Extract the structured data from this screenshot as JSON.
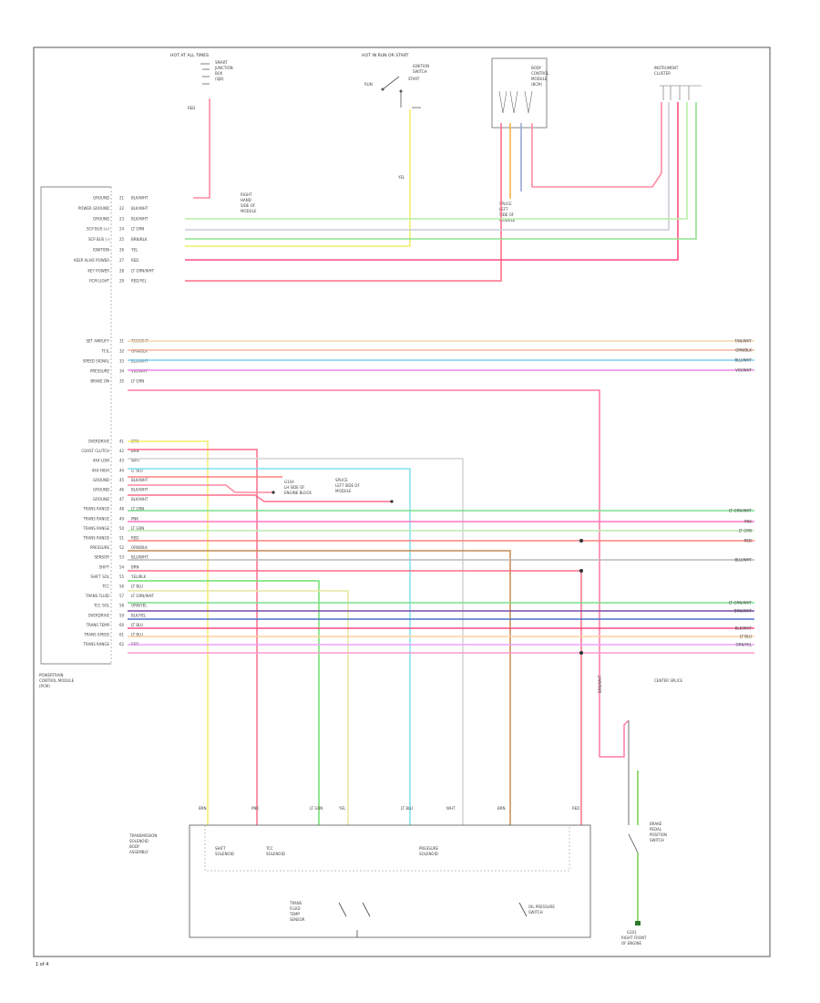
{
  "diagram": {
    "page_label": "1 of 4",
    "top": {
      "fuse_title": "HOT AT ALL TIMES",
      "fuse_lines": [
        "SMART",
        "JUNCTION",
        "BOX",
        "(SJB)"
      ],
      "fuse_wire": "RED",
      "ign_title": "HOT IN RUN OR START",
      "ign_lines": [
        "IGNITION",
        "SWITCH"
      ],
      "ign_positions": [
        "RUN",
        "START"
      ],
      "ign_wire": "YEL",
      "bcm_lines": [
        "BODY",
        "CONTROL",
        "MODULE",
        "(BCM)"
      ],
      "cluster_lines": [
        "INSTRUMENT",
        "CLUSTER"
      ],
      "splice_lines": [
        "SPLICE",
        "LEFT",
        "SIDE OF",
        "MODULE"
      ],
      "gnd_lines": [
        "RIGHT",
        "HAND",
        "SIDE OF",
        "MODULE"
      ]
    },
    "pcm": {
      "name_lines": [
        "POWERTRAIN",
        "CONTROL MODULE",
        "(PCM)"
      ],
      "group1": [
        {
          "pin": "21",
          "name": "GROUND",
          "color": "BLK/WHT"
        },
        {
          "pin": "22",
          "name": "POWER GROUND",
          "color": "BLK/WHT"
        },
        {
          "pin": "23",
          "name": "GROUND",
          "color": "BLK/WHT"
        },
        {
          "pin": "24",
          "name": "SCP BUS (+)",
          "color": "LT GRN"
        },
        {
          "pin": "25",
          "name": "SCP BUS (-)",
          "color": "BRN/BLK"
        },
        {
          "pin": "26",
          "name": "IGNITION",
          "color": "YEL"
        },
        {
          "pin": "27",
          "name": "KEEP ALIVE POWER",
          "color": "RED"
        },
        {
          "pin": "28",
          "name": "KEY POWER",
          "color": "LT GRN/WHT"
        },
        {
          "pin": "29",
          "name": "PCM LIGHT",
          "color": "RED/YEL"
        }
      ],
      "group2": [
        {
          "pin": "31",
          "name": "SET AMPLIFY",
          "color": "TAN/WHT"
        },
        {
          "pin": "32",
          "name": "TCIL",
          "color": "GRN/BLK"
        },
        {
          "pin": "33",
          "name": "SPEED SIGNAL",
          "color": "BLU/WHT"
        },
        {
          "pin": "34",
          "name": "PRESSURE",
          "color": "VIO/WHT"
        },
        {
          "pin": "35",
          "name": "BRAKE ON",
          "color": "LT GRN"
        }
      ],
      "group3": [
        {
          "pin": "41",
          "name": "OVERDRIVE",
          "color": "BRN"
        },
        {
          "pin": "42",
          "name": "COAST CLUTCH",
          "color": "BRN"
        },
        {
          "pin": "43",
          "name": "4X4 LOW",
          "color": "WHT"
        },
        {
          "pin": "44",
          "name": "4X4 HIGH",
          "color": "LT BLU"
        },
        {
          "pin": "45",
          "name": "GROUND",
          "color": "BLK/WHT"
        },
        {
          "pin": "46",
          "name": "GROUND",
          "color": "BLK/WHT"
        },
        {
          "pin": "47",
          "name": "GROUND",
          "color": "BLK/WHT"
        },
        {
          "pin": "48",
          "name": "TRANS RANGE",
          "color": "LT GRN"
        },
        {
          "pin": "49",
          "name": "TRANS RANGE",
          "color": "PNK"
        },
        {
          "pin": "50",
          "name": "TRANS RANGE",
          "color": "LT GRN"
        },
        {
          "pin": "51",
          "name": "TRANS RANGE",
          "color": "RED"
        },
        {
          "pin": "52",
          "name": "PRESSURE",
          "color": "ORN/BLK"
        },
        {
          "pin": "53",
          "name": "SENSOR",
          "color": "BLU/WHT"
        },
        {
          "pin": "54",
          "name": "SHIFT",
          "color": "BRN"
        },
        {
          "pin": "55",
          "name": "SHIFT SOL",
          "color": "YEL/BLK"
        },
        {
          "pin": "56",
          "name": "TCC",
          "color": "LT BLU"
        },
        {
          "pin": "57",
          "name": "TRANS FLUID",
          "color": "LT GRN/WHT"
        },
        {
          "pin": "58",
          "name": "TCC SOL",
          "color": "ORN/YEL"
        },
        {
          "pin": "59",
          "name": "OVERDRIVE",
          "color": "BLK/YEL"
        },
        {
          "pin": "60",
          "name": "TRANS TEMP",
          "color": "LT BLU"
        },
        {
          "pin": "61",
          "name": "TRANS SPEED",
          "color": "LT BLU"
        },
        {
          "pin": "62",
          "name": "TRANS RANGE",
          "color": "RED"
        }
      ],
      "g2_right": [
        "TAN/WHT",
        "GRN/BLK",
        "BLU/WHT",
        "VIO/WHT"
      ],
      "g3_right": [
        "LT GRN/WHT",
        "PNK",
        "LT GRN",
        "RED",
        "BLU/WHT",
        "LT GRN/WHT",
        "BRN/WHT",
        "BLK/WHT",
        "LT BLU",
        "ORN/YEL"
      ],
      "g2_note": "BRN/WHT",
      "ground_note": [
        "G104",
        "LH SIDE OF",
        "ENGINE BLOCK"
      ],
      "splice_note": [
        "SPLICE",
        "LEFT SIDE OF",
        "MODULE"
      ]
    },
    "trans": {
      "name_lines": [
        "TRANSMISSION",
        "SOLENOID",
        "BODY",
        "ASSEMBLY"
      ],
      "wires": [
        "BRN",
        "PNK",
        "LT GRN",
        "YEL",
        "LT BLU",
        "WHT",
        "BRN",
        "RED"
      ],
      "internal": [
        "SHIFT",
        "SOLENOID",
        "TCC",
        "SOLENOID",
        "PRESSURE",
        "SOLENOID"
      ],
      "switches": [
        "TRANS",
        "FLUID",
        "TEMP",
        "SENSOR"
      ],
      "bottom": [
        "OIL PRESSURE",
        "SWITCH"
      ]
    },
    "brake": {
      "lines": [
        "BRAKE",
        "PEDAL",
        "POSITION",
        "SWITCH"
      ],
      "label": "CENTER SPLICE",
      "ground": [
        "G101",
        "RIGHT FRONT",
        "OF ENGINE"
      ]
    }
  }
}
